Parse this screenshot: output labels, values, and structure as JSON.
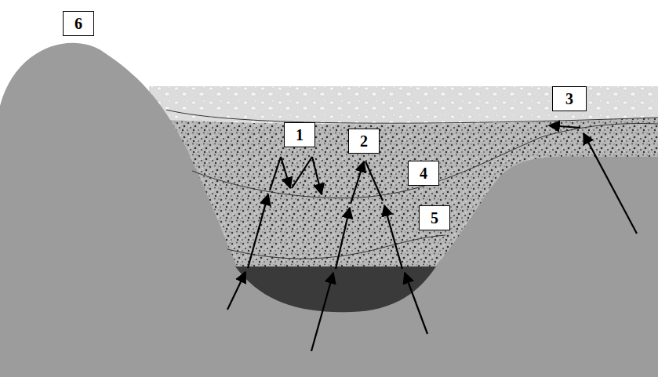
{
  "diagram": {
    "labels": [
      "6",
      "1",
      "2",
      "3",
      "4",
      "5"
    ]
  }
}
